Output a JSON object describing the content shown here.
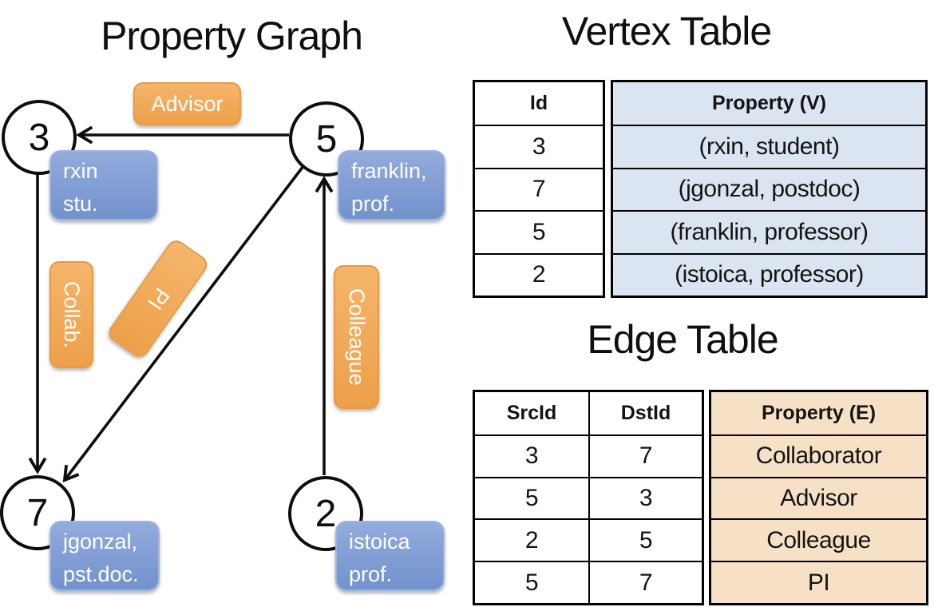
{
  "graph": {
    "title": "Property Graph",
    "vertices": [
      {
        "id": "3",
        "line1": "rxin",
        "line2": "stu."
      },
      {
        "id": "5",
        "line1": "franklin,",
        "line2": "prof."
      },
      {
        "id": "7",
        "line1": "jgonzal,",
        "line2": "pst.doc."
      },
      {
        "id": "2",
        "line1": "istoica",
        "line2": "prof."
      }
    ],
    "edge_labels": {
      "advisor": "Advisor",
      "collab": "Collab.",
      "pi": "PI",
      "colleague": "Colleague"
    },
    "edges": [
      {
        "from": "5",
        "to": "3",
        "label": "Advisor"
      },
      {
        "from": "3",
        "to": "7",
        "label": "Collab."
      },
      {
        "from": "5",
        "to": "7",
        "label": "PI"
      },
      {
        "from": "2",
        "to": "5",
        "label": "Colleague"
      }
    ]
  },
  "vertex_table": {
    "title": "Vertex Table",
    "columns": {
      "id": "Id",
      "property": "Property (V)"
    },
    "rows": [
      {
        "id": "3",
        "property": "(rxin, student)"
      },
      {
        "id": "7",
        "property": "(jgonzal, postdoc)"
      },
      {
        "id": "5",
        "property": "(franklin, professor)"
      },
      {
        "id": "2",
        "property": "(istoica, professor)"
      }
    ]
  },
  "edge_table": {
    "title": "Edge Table",
    "columns": {
      "src": "SrcId",
      "dst": "DstId",
      "property": "Property (E)"
    },
    "rows": [
      {
        "src": "3",
        "dst": "7",
        "property": "Collaborator"
      },
      {
        "src": "5",
        "dst": "3",
        "property": "Advisor"
      },
      {
        "src": "2",
        "dst": "5",
        "property": "Colleague"
      },
      {
        "src": "5",
        "dst": "7",
        "property": "PI"
      }
    ]
  },
  "colors": {
    "edge_box_orange_top": "#f5b56b",
    "edge_box_orange_bottom": "#eda049",
    "vertex_box_blue_top": "#93abdd",
    "vertex_box_blue_bottom": "#7292cc",
    "vertex_table_cell_bg": "#dbe5f2",
    "edge_table_cell_bg": "#f7e1c6",
    "line_color": "#0d0d0d"
  }
}
